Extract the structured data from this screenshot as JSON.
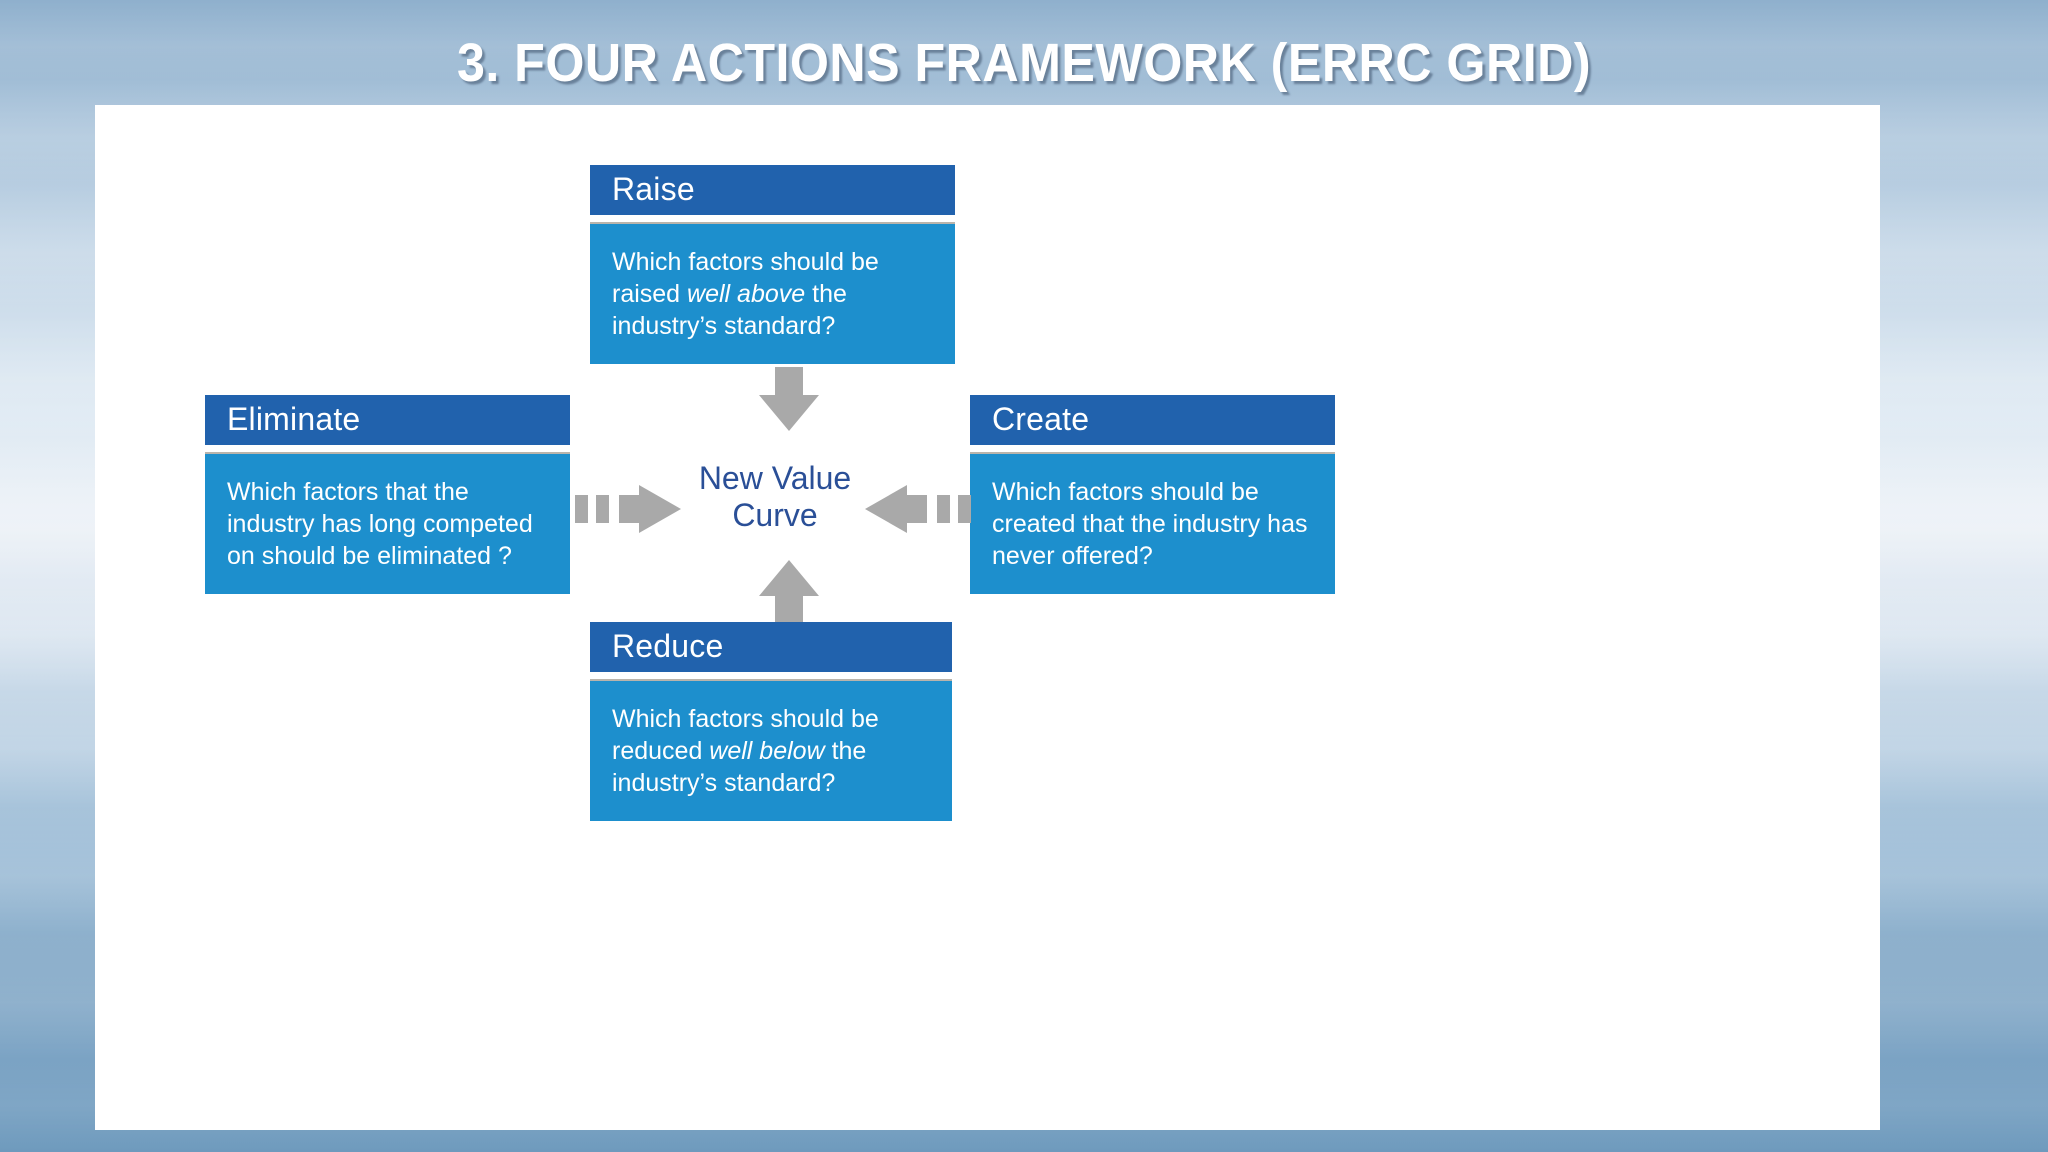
{
  "slide": {
    "title": "3. FOUR ACTIONS FRAMEWORK (ERRC GRID)",
    "center_line_1": "New Value",
    "center_line_2": "Curve"
  },
  "colors": {
    "header_blue": "#2162ad",
    "body_blue": "#1d8fcd",
    "center_text_blue": "#2a4f97",
    "arrow_gray": "#a9a9a9",
    "panel_white": "#ffffff",
    "title_white": "#ffffff"
  },
  "boxes": {
    "raise": {
      "heading": "Raise",
      "body_pre": "Which factors should be raised ",
      "body_em": "well above",
      "body_post": " the industry’s standard?"
    },
    "eliminate": {
      "heading": "Eliminate",
      "body_pre": "Which factors that the industry has long competed on should be eliminated ?",
      "body_em": "",
      "body_post": ""
    },
    "create": {
      "heading": "Create",
      "body_pre": "Which factors should be created that the industry has never offered?",
      "body_em": "",
      "body_post": ""
    },
    "reduce": {
      "heading": "Reduce",
      "body_pre": "Which factors should be reduced ",
      "body_em": "well below",
      "body_post": " the industry’s standard?"
    }
  },
  "arrows": {
    "down": "arrow-down-icon",
    "up": "arrow-up-icon",
    "right": "arrow-right-icon",
    "left": "arrow-left-icon"
  }
}
